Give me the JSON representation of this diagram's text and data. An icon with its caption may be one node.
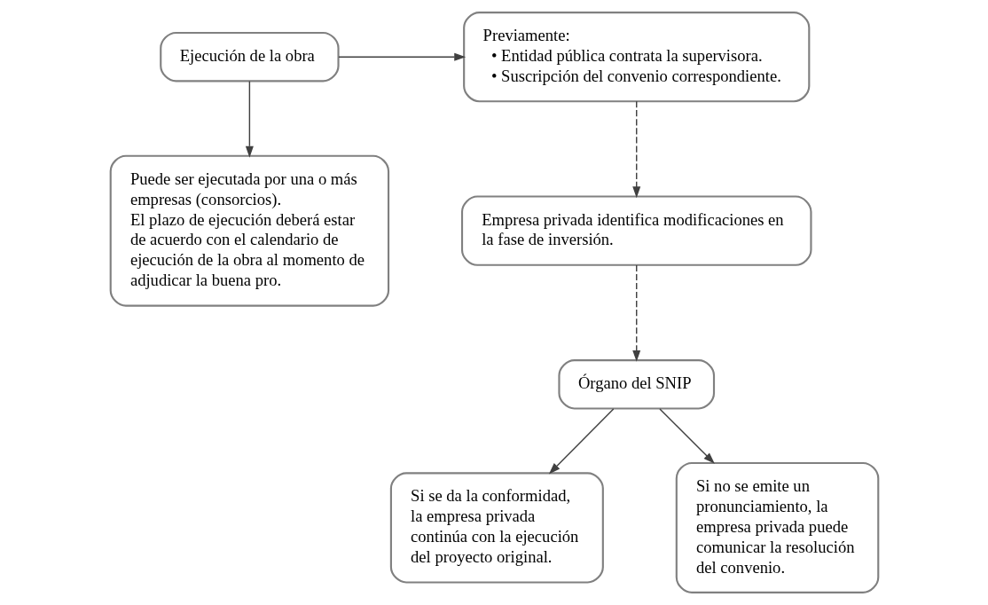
{
  "diagram": {
    "nodes": [
      {
        "text": [
          "Ejecución de la obra"
        ]
      },
      {
        "text": [
          "Previamente:",
          "• Entidad pública contrata la supervisora.",
          "• Suscripción del convenio correspondiente."
        ]
      },
      {
        "text": [
          "Puede ser ejecutada por una o más empresas (consorcios).",
          "El plazo de ejecución deberá estar de acuerdo con el calendario de ejecución de la obra al momento de adjudicar la buena pro."
        ]
      },
      {
        "text": [
          "Empresa privada identifica modificaciones en la fase de inversión."
        ]
      },
      {
        "text": [
          "Órgano del SNIP"
        ]
      },
      {
        "text": [
          "Si se da la conformidad, la empresa privada continúa con la ejecución del proyecto original."
        ]
      },
      {
        "text": [
          "Si no se emite un pronunciamiento, la empresa privada puede comunicar la resolución del convenio."
        ]
      }
    ],
    "edges": [
      {
        "from": 0,
        "to": 1,
        "arrow": "to"
      },
      {
        "from": 0,
        "to": 2,
        "arrow": "to"
      },
      {
        "from": 1,
        "to": 3,
        "arrow": "to",
        "style": "dashed"
      },
      {
        "from": 3,
        "to": 4,
        "arrow": "to",
        "style": "dashed"
      },
      {
        "from": 4,
        "to": 5,
        "arrow": "to"
      },
      {
        "from": 4,
        "to": 6,
        "arrow": "to"
      }
    ]
  }
}
